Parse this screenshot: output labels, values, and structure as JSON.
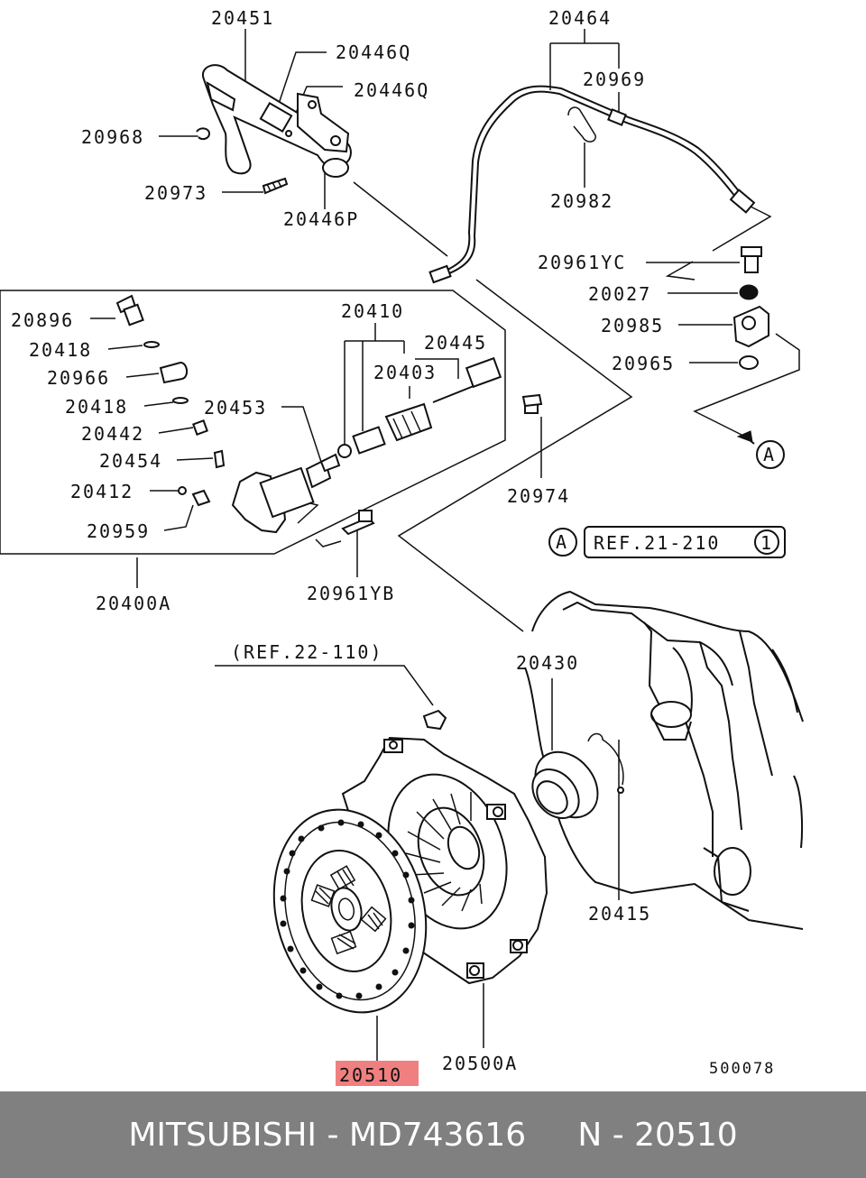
{
  "colors": {
    "highlight": "#f08080",
    "footer_bg": "#808080",
    "footer_text": "#ffffff",
    "line": "#111111"
  },
  "labels": {
    "p20451": "20451",
    "p20446q_a": "20446Q",
    "p20446q_b": "20446Q",
    "p20968": "20968",
    "p20973": "20973",
    "p20446p": "20446P",
    "p20464": "20464",
    "p20969": "20969",
    "p20982": "20982",
    "p20961yc": "20961YC",
    "p20027": "20027",
    "p20985": "20985",
    "p20965": "20965",
    "p20896": "20896",
    "p20418_a": "20418",
    "p20966": "20966",
    "p20418_b": "20418",
    "p20442": "20442",
    "p20454": "20454",
    "p20412": "20412",
    "p20959": "20959",
    "p20410": "20410",
    "p20445": "20445",
    "p20403": "20403",
    "p20453": "20453",
    "p20974": "20974",
    "p20400a": "20400A",
    "p20961yb": "20961YB",
    "p20430": "20430",
    "p20415": "20415",
    "p20510": "20510",
    "p20500a": "20500A",
    "ref22": "(REF.22-110)",
    "ref21": "REF.21-210",
    "ref21_num": "1",
    "marker_a": "A",
    "figure_code": "500078"
  },
  "footer": {
    "text": "MITSUBISHI - MD743616     N - 20510"
  }
}
